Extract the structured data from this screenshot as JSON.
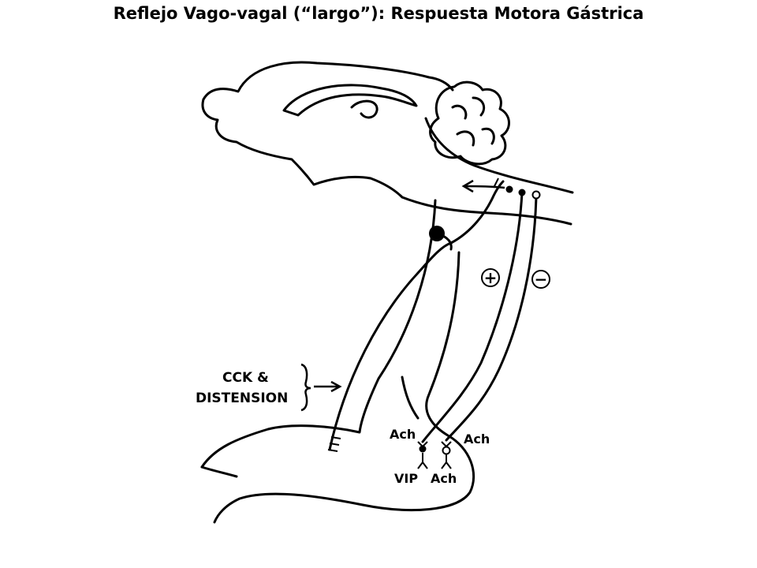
{
  "title": "Reflejo Vago-vagal (“largo”): Respuesta Motora Gástrica",
  "labels": {
    "cck": "CCK  &",
    "distension": "DISTENSION",
    "ach_left": "Ach",
    "ach_right": "Ach",
    "vip": "VIP",
    "ach_bottom": "Ach",
    "plus_sign": "+",
    "minus_sign": "−"
  },
  "colors": {
    "ink": "#000000",
    "background": "#ffffff"
  }
}
